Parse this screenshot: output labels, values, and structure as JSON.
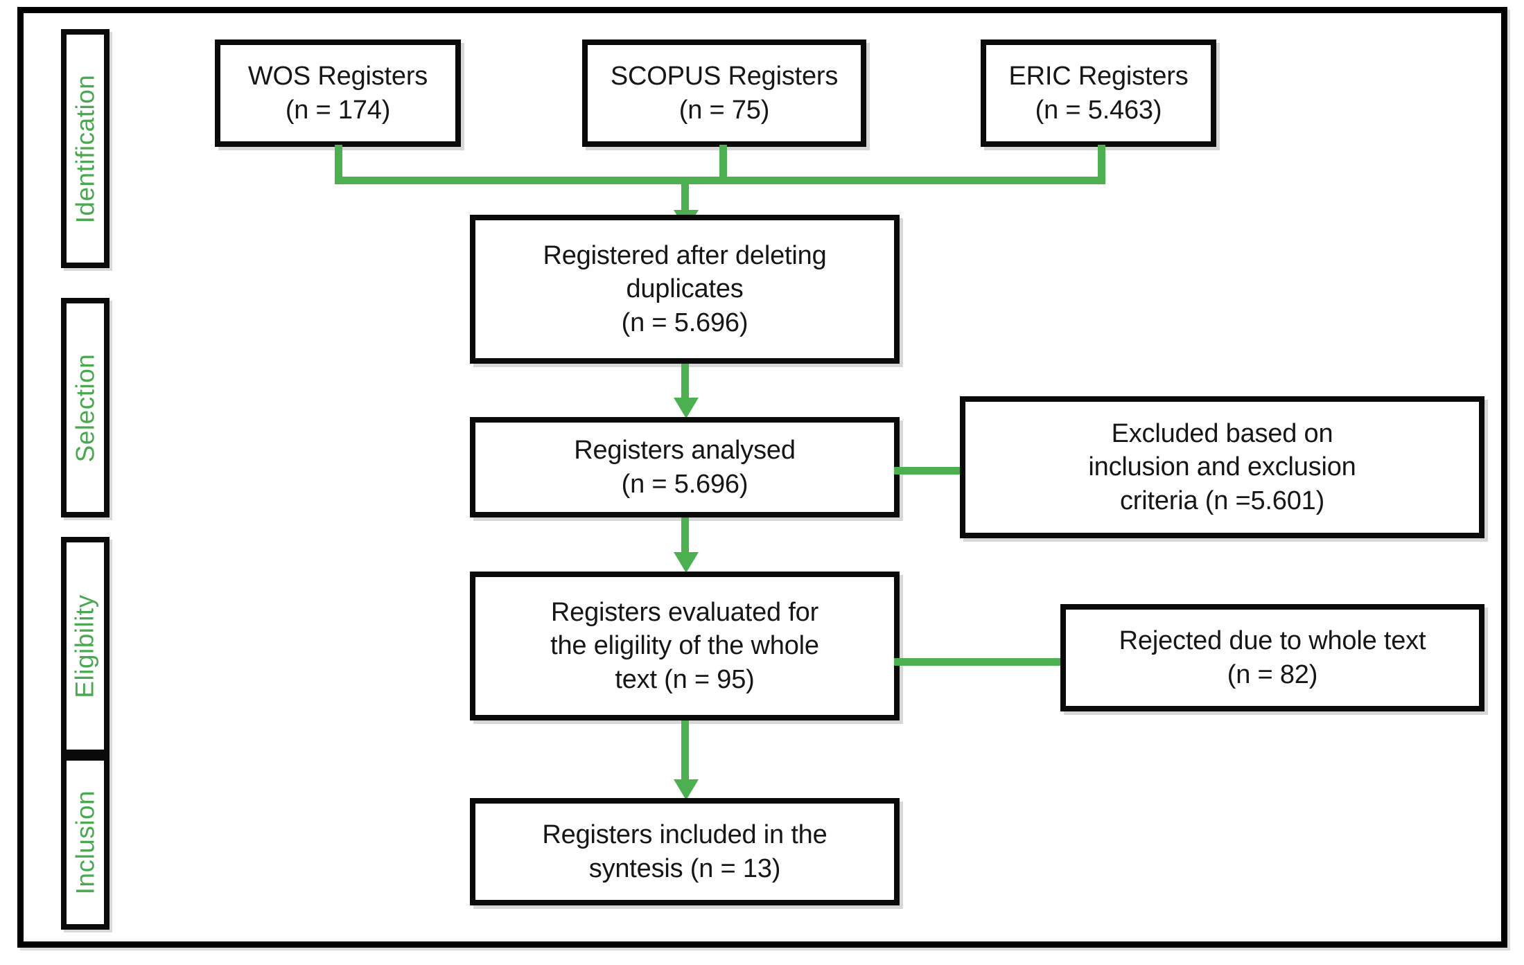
{
  "diagram": {
    "type": "prisma-flow-diagram",
    "accent_green": "#4CAF50",
    "border_black": "#0a0a0a",
    "stages": [
      {
        "id": "identification",
        "label": "Identification"
      },
      {
        "id": "selection",
        "label": "Selection"
      },
      {
        "id": "eligibility",
        "label": "Eligibility"
      },
      {
        "id": "inclusion",
        "label": "Inclusion"
      }
    ],
    "sources": [
      {
        "id": "wos",
        "text": "WOS Registers\n(n = 174)"
      },
      {
        "id": "scopus",
        "text": "SCOPUS Registers\n(n = 75)"
      },
      {
        "id": "eric",
        "text": "ERIC Registers\n(n = 5.463)"
      }
    ],
    "flow": [
      {
        "id": "deduplicated",
        "text": "Registered after deleting\nduplicates\n(n = 5.696)"
      },
      {
        "id": "analysed",
        "text": "Registers analysed\n(n = 5.696)"
      },
      {
        "id": "evaluated",
        "text": "Registers evaluated for\nthe eligility of the whole\ntext (n = 95)"
      },
      {
        "id": "included",
        "text": "Registers included in the\nsyntesis (n = 13)"
      }
    ],
    "exclusions": [
      {
        "id": "excluded-criteria",
        "text": "Excluded based on\ninclusion and exclusion\ncriteria (n =5.601)"
      },
      {
        "id": "rejected-whole-text",
        "text": "Rejected due to whole text\n(n = 82)"
      }
    ]
  }
}
